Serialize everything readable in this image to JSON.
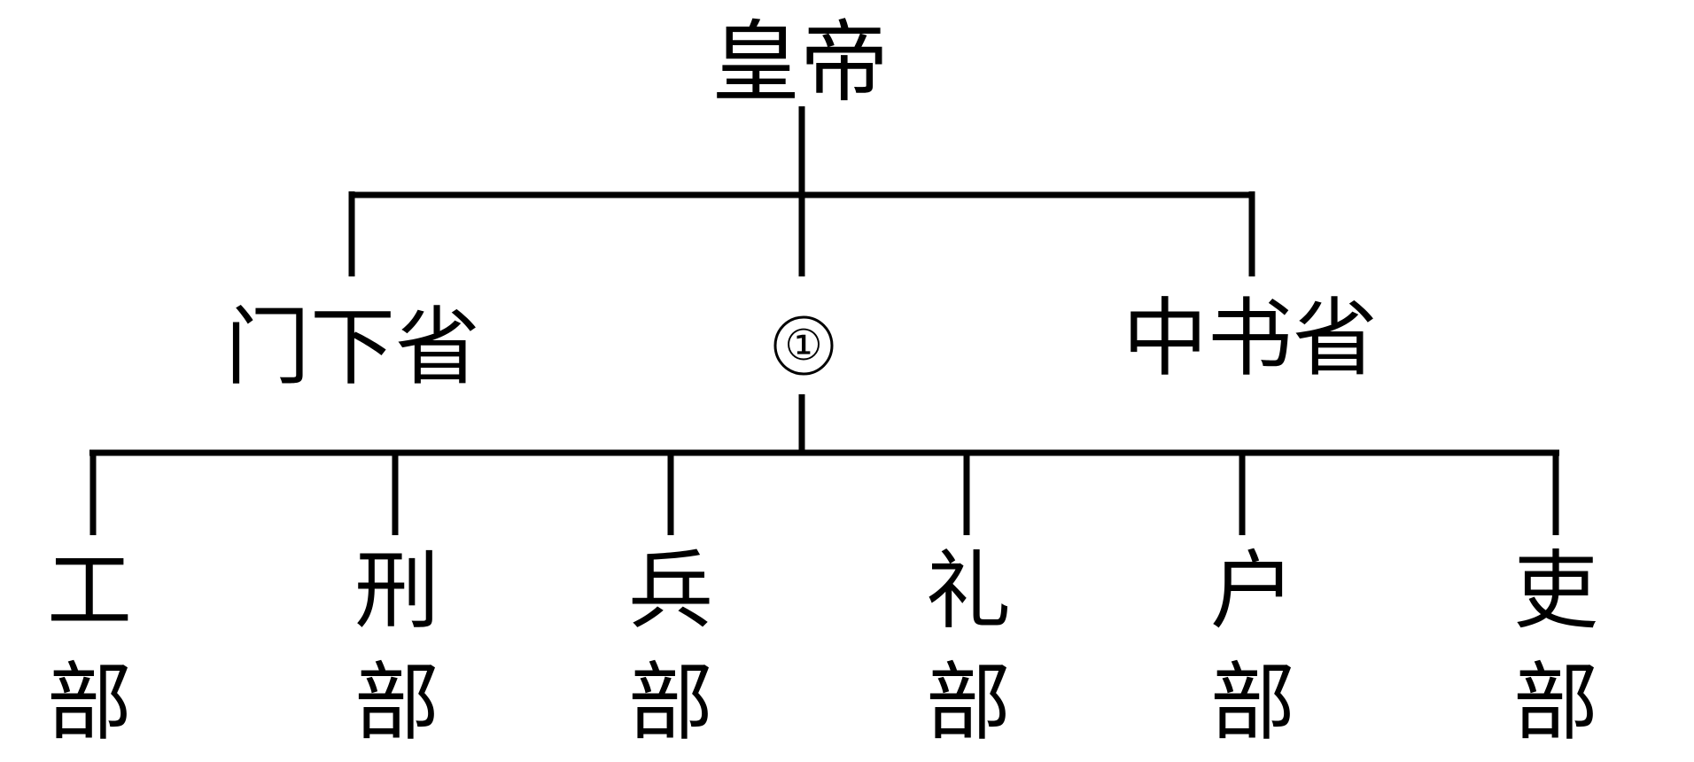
{
  "diagram": {
    "top": "皇帝",
    "middle": {
      "left": "门下省",
      "center": "①",
      "right": "中书省"
    },
    "bottom": [
      {
        "line1": "工",
        "line2": "部"
      },
      {
        "line1": "刑",
        "line2": "部"
      },
      {
        "line1": "兵",
        "line2": "部"
      },
      {
        "line1": "礼",
        "line2": "部"
      },
      {
        "line1": "户",
        "line2": "部"
      },
      {
        "line1": "吏",
        "line2": "部"
      }
    ]
  }
}
